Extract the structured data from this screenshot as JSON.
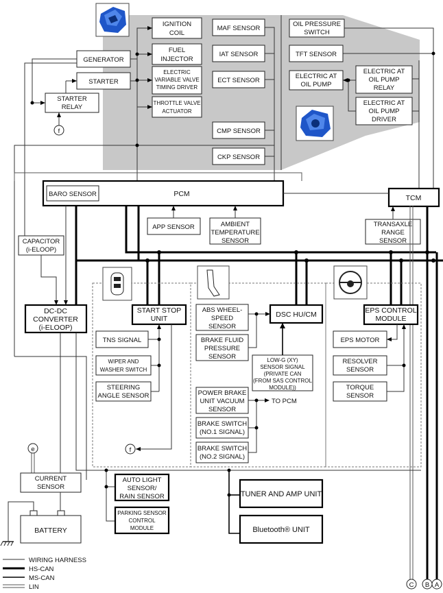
{
  "engine_components": {
    "ignition_coil": "IGNITION COIL",
    "fuel_injector": "FUEL INJECTOR",
    "evvt_line1": "ELECTRIC",
    "evvt_line2": "VARIABLE VALVE",
    "evvt_line3": "TIMING DRIVER",
    "throttle_line1": "THROTTLE VALVE",
    "throttle_line2": "ACTUATOR",
    "maf_sensor": "MAF SENSOR",
    "iat_sensor": "IAT SENSOR",
    "ect_sensor": "ECT SENSOR",
    "cmp_sensor": "CMP SENSOR",
    "ckp_sensor": "CKP SENSOR",
    "generator": "GENERATOR",
    "starter": "STARTER",
    "starter_relay_line1": "STARTER",
    "starter_relay_line2": "RELAY"
  },
  "transmission_components": {
    "oil_pressure_switch_line1": "OIL PRESSURE",
    "oil_pressure_switch_line2": "SWITCH",
    "tft_sensor": "TFT SENSOR",
    "oil_pump_line1": "ELECTRIC AT",
    "oil_pump_line2": "OIL PUMP",
    "oil_pump_relay_line1": "ELECTRIC AT",
    "oil_pump_relay_line2": "OIL PUMP",
    "oil_pump_relay_line3": "RELAY",
    "oil_pump_driver_line1": "ELECTRIC AT",
    "oil_pump_driver_line2": "OIL PUMP",
    "oil_pump_driver_line3": "DRIVER"
  },
  "control_units": {
    "pcm": "PCM",
    "baro_sensor": "BARO SENSOR",
    "tcm": "TCM",
    "app_sensor": "APP SENSOR",
    "ambient_line1": "AMBIENT",
    "ambient_line2": "TEMPERATURE",
    "ambient_line3": "SENSOR",
    "trs_line1": "TRANSAXLE",
    "trs_line2": "RANGE",
    "trs_line3": "SENSOR"
  },
  "power_system": {
    "capacitor_line1": "CAPACITOR",
    "capacitor_line2": "(i-ELOOP)",
    "dcdc_line1": "DC-DC",
    "dcdc_line2": "CONVERTER",
    "dcdc_line3": "(i-ELOOP)",
    "current_sensor_line1": "CURRENT",
    "current_sensor_line2": "SENSOR",
    "battery": "BATTERY"
  },
  "start_stop": {
    "unit_line1": "START STOP",
    "unit_line2": "UNIT",
    "tns_signal": "TNS SIGNAL",
    "wiper_line1": "WIPER AND",
    "wiper_line2": "WASHER SWITCH",
    "steering_line1": "STEERING",
    "steering_line2": "ANGLE SENSOR"
  },
  "brake_system": {
    "abs_line1": "ABS WHEEL-",
    "abs_line2": "SPEED",
    "abs_line3": "SENSOR",
    "fluid_line1": "BRAKE FLUID",
    "fluid_line2": "PRESSURE",
    "fluid_line3": "SENSOR",
    "dsc": "DSC HU/CM",
    "lowg_line1": "LOW-G (XY)",
    "lowg_line2": "SENSOR SIGNAL",
    "lowg_line3": "(PRIVATE CAN",
    "lowg_line4": "(FROM SAS CONTROL",
    "lowg_line5": "MODULE))",
    "vacuum_line1": "POWER BRAKE",
    "vacuum_line2": "UNIT VACUUM",
    "vacuum_line3": "SENSOR",
    "to_pcm": "TO PCM",
    "bs1_line1": "BRAKE SWITCH",
    "bs1_line2": "(NO.1 SIGNAL)",
    "bs2_line1": "BRAKE SWITCH",
    "bs2_line2": "(NO.2 SIGNAL)"
  },
  "eps_system": {
    "module_line1": "EPS CONTROL",
    "module_line2": "MODULE",
    "motor": "EPS MOTOR",
    "resolver_line1": "RESOLVER",
    "resolver_line2": "SENSOR",
    "torque_line1": "TORQUE",
    "torque_line2": "SENSOR"
  },
  "body_modules": {
    "auto_light_line1": "AUTO LIGHT",
    "auto_light_line2": "SENSOR/",
    "auto_light_line3": "RAIN SENSOR",
    "parking_line1": "PARKING SENSOR",
    "parking_line2": "CONTROL",
    "parking_line3": "MODULE",
    "tuner": "TUNER AND AMP UNIT",
    "bluetooth": "Bluetooth® UNIT"
  },
  "connectors": {
    "f_top": "f",
    "f_bottom": "f",
    "e": "e",
    "c": "C",
    "b": "B",
    "a": "A"
  },
  "legend": {
    "wiring_harness": "WIRING HARNESS",
    "hs_can": "HS-CAN",
    "ms_can": "MS-CAN",
    "lin": "LIN"
  },
  "colors": {
    "engine_area": "#c8c8c8",
    "module_icon_blue": "#1f56c8",
    "line": "#000000"
  }
}
